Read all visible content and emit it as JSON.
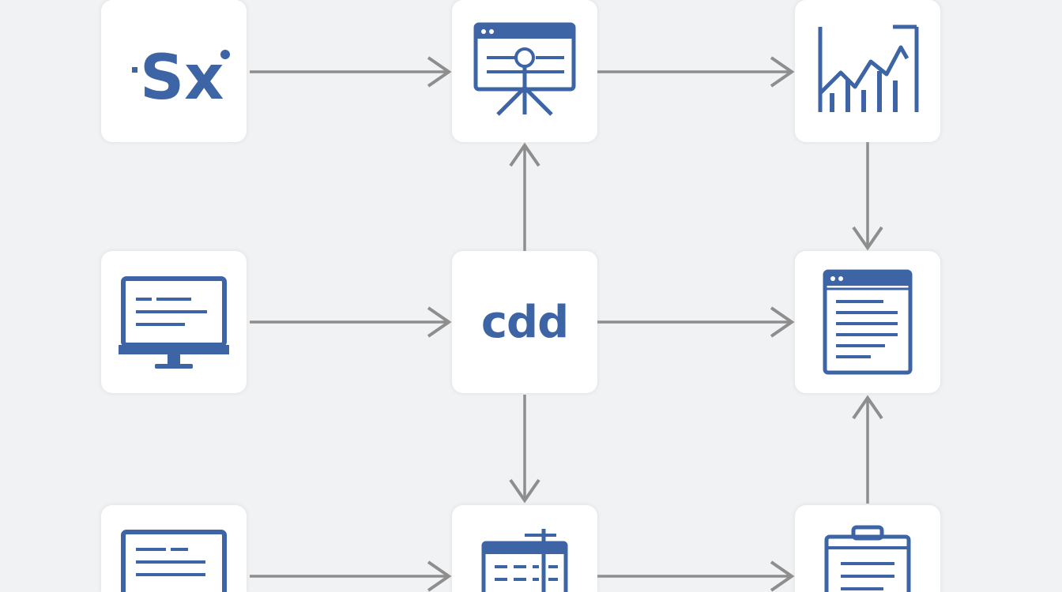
{
  "diagram": {
    "colors": {
      "icon": "#3d64a4",
      "arrow": "#8e8e8e",
      "node_bg": "#ffffff",
      "background": "#f1f2f4"
    },
    "nodes": [
      {
        "id": "sx-logo",
        "icon": "sx-logo-icon",
        "text": "Sx"
      },
      {
        "id": "presentation",
        "icon": "presentation-board-icon"
      },
      {
        "id": "bar-chart",
        "icon": "bar-chart-icon"
      },
      {
        "id": "monitor",
        "icon": "desktop-monitor-icon"
      },
      {
        "id": "cdd",
        "text": "cdd"
      },
      {
        "id": "document",
        "icon": "document-window-icon"
      },
      {
        "id": "text-panel",
        "icon": "text-panel-icon"
      },
      {
        "id": "calendar",
        "icon": "calendar-table-icon"
      },
      {
        "id": "clipboard",
        "icon": "clipboard-icon"
      }
    ],
    "edges": [
      {
        "from": "sx-logo",
        "to": "presentation"
      },
      {
        "from": "presentation",
        "to": "bar-chart"
      },
      {
        "from": "bar-chart",
        "to": "document"
      },
      {
        "from": "monitor",
        "to": "cdd"
      },
      {
        "from": "cdd",
        "to": "presentation"
      },
      {
        "from": "cdd",
        "to": "document"
      },
      {
        "from": "cdd",
        "to": "calendar"
      },
      {
        "from": "text-panel",
        "to": "calendar"
      },
      {
        "from": "calendar",
        "to": "clipboard"
      },
      {
        "from": "clipboard",
        "to": "document"
      }
    ]
  }
}
